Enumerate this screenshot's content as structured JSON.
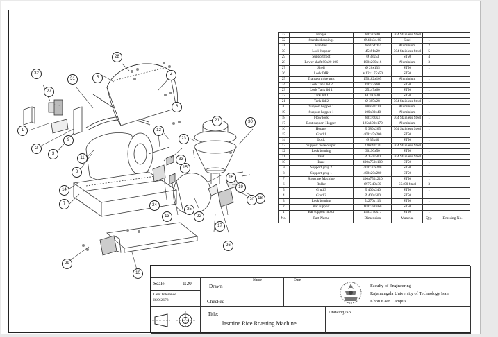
{
  "parts": [
    {
      "no": "33",
      "name": "Hinges",
      "dim": "80x40x40",
      "mat": "304 Stainless Steel",
      "qty": "",
      "note": ""
    },
    {
      "no": "32",
      "name": "Standard copings",
      "dim": "Ø 40x34.60",
      "mat": "Steel",
      "qty": "1",
      "note": ""
    },
    {
      "no": "31",
      "name": "Handles",
      "dim": "26x164x67",
      "mat": "Aluminium",
      "qty": "2",
      "note": ""
    },
    {
      "no": "30",
      "name": "Lock hopper",
      "dim": "45x91x20",
      "mat": "304 Stainless Steel",
      "qty": "5",
      "note": ""
    },
    {
      "no": "29",
      "name": "Support foot",
      "dim": "Ø 38x53",
      "mat": "ST50",
      "qty": "4",
      "note": ""
    },
    {
      "no": "28",
      "name": "Lower shaft 80x20 100",
      "dim": "100x200x16",
      "mat": "Aluminium",
      "qty": "3",
      "note": ""
    },
    {
      "no": "27",
      "name": "Shell",
      "dim": "Ø 20x135",
      "mat": "ST50",
      "qty": "1",
      "note": ""
    },
    {
      "no": "26",
      "name": "Lock DIR",
      "dim": "M12x1.75x50",
      "mat": "ST50",
      "qty": "1",
      "note": ""
    },
    {
      "no": "25",
      "name": "Transport rice part",
      "dim": "150x82x105",
      "mat": "Aluminium",
      "qty": "1",
      "note": ""
    },
    {
      "no": "24",
      "name": "Lock Tank lid 2",
      "dim": "60x47x60",
      "mat": "ST50",
      "qty": "1",
      "note": ""
    },
    {
      "no": "23",
      "name": "Lock Tank lid 1",
      "dim": "25x47x60",
      "mat": "ST50",
      "qty": "1",
      "note": ""
    },
    {
      "no": "22",
      "name": "Tank lid 1",
      "dim": "Ø 350x30",
      "mat": "ST50",
      "qty": "1",
      "note": ""
    },
    {
      "no": "21",
      "name": "Tank lid 2",
      "dim": "Ø 305x28",
      "mat": "304 Stainless Steel",
      "qty": "1",
      "note": ""
    },
    {
      "no": "20",
      "name": "Support hopper 1",
      "dim": "100x80x10",
      "mat": "Aluminium",
      "qty": "1",
      "note": ""
    },
    {
      "no": "19",
      "name": "Support hopper 1",
      "dim": "100x80x40",
      "mat": "Aluminium",
      "qty": "1",
      "note": ""
    },
    {
      "no": "18",
      "name": "Flow lock",
      "dim": "80x160x3",
      "mat": "304 Stainless Steel",
      "qty": "1",
      "note": ""
    },
    {
      "no": "17",
      "name": "Bast support Hopper",
      "dim": "125x100x170",
      "mat": "Aluminium",
      "qty": "1",
      "note": ""
    },
    {
      "no": "16",
      "name": "Hopper",
      "dim": "Ø 380x265",
      "mat": "304 Stainless Steel",
      "qty": "1",
      "note": ""
    },
    {
      "no": "15",
      "name": "Grud 1",
      "dim": "400x45x200",
      "mat": "ST50",
      "qty": "1",
      "note": ""
    },
    {
      "no": "14",
      "name": "Lock",
      "dim": "Ø 35x40",
      "mat": "ST50",
      "qty": "1",
      "note": ""
    },
    {
      "no": "13",
      "name": "Support ricce output",
      "dim": "238x40x71",
      "mat": "304 Stainless Steel",
      "qty": "1",
      "note": ""
    },
    {
      "no": "12",
      "name": "Lock bearing",
      "dim": "30x90x50",
      "mat": "ST50",
      "qty": "1",
      "note": ""
    },
    {
      "no": "11",
      "name": "Tank",
      "dim": "Ø 150x500",
      "mat": "304 Stainless Steel",
      "qty": "1",
      "note": ""
    },
    {
      "no": "10",
      "name": "Base",
      "dim": "400x750x100",
      "mat": "ST50",
      "qty": "1",
      "note": ""
    },
    {
      "no": "9",
      "name": "Support grug 2",
      "dim": "400x20x280",
      "mat": "ST50",
      "qty": "1",
      "note": ""
    },
    {
      "no": "8",
      "name": "Support grug 1",
      "dim": "400x20x280",
      "mat": "ST50",
      "qty": "1",
      "note": ""
    },
    {
      "no": "7",
      "name": "Structure Machine",
      "dim": "400x750x210",
      "mat": "ST50",
      "qty": "1",
      "note": ""
    },
    {
      "no": "6",
      "name": "Roller",
      "dim": "Ø 75.40x30",
      "mat": "SS400 Steel",
      "qty": "3",
      "note": ""
    },
    {
      "no": "5",
      "name": "Grud 3",
      "dim": "Ø 400x240",
      "mat": "ST50",
      "qty": "1",
      "note": ""
    },
    {
      "no": "4",
      "name": "Grud 2",
      "dim": "Ø 400x500",
      "mat": "ST50",
      "qty": "1",
      "note": ""
    },
    {
      "no": "3",
      "name": "Lock bearing",
      "dim": "5x270x113",
      "mat": "ST50",
      "qty": "1",
      "note": ""
    },
    {
      "no": "2",
      "name": "Bar support",
      "dim": "100x280x60",
      "mat": "ST50",
      "qty": "1",
      "note": ""
    },
    {
      "no": "1",
      "name": "Bar support motor",
      "dim": "150x170x77",
      "mat": "ST50",
      "qty": "1",
      "note": ""
    }
  ],
  "headers": {
    "no": "No.",
    "name": "Part Name",
    "dim": "Dimension",
    "mat": "Material",
    "qty": "Qty.",
    "note": "Drawing No."
  },
  "title_block": {
    "scale_label": "Scale:",
    "scale_value": "1:20",
    "drawn": "Drawn",
    "checked": "Checked",
    "name_hdr": "Name",
    "date_hdr": "Date",
    "tol_1": "Gen.Tolerance",
    "tol_2": "ISO 2678:",
    "title_label": "Title:",
    "title": "Jasmine Rice Roasting Machine",
    "drawing_no": "Drawing No.",
    "inst_1": "Faculty of Engineering",
    "inst_2": "Rajamangala University of Technology Isan",
    "inst_3": "Khon Kaen Campus"
  },
  "balloons": [
    "1",
    "2",
    "3",
    "4",
    "5",
    "6",
    "7",
    "8",
    "9",
    "10",
    "11",
    "12",
    "13",
    "14",
    "15",
    "16",
    "17",
    "18",
    "19",
    "20",
    "21",
    "22",
    "23",
    "24",
    "25",
    "26",
    "27",
    "28",
    "29",
    "30",
    "31",
    "32",
    "33"
  ],
  "icons": {
    "projection": "first-angle-projection-icon",
    "seal": "university-seal-icon"
  }
}
